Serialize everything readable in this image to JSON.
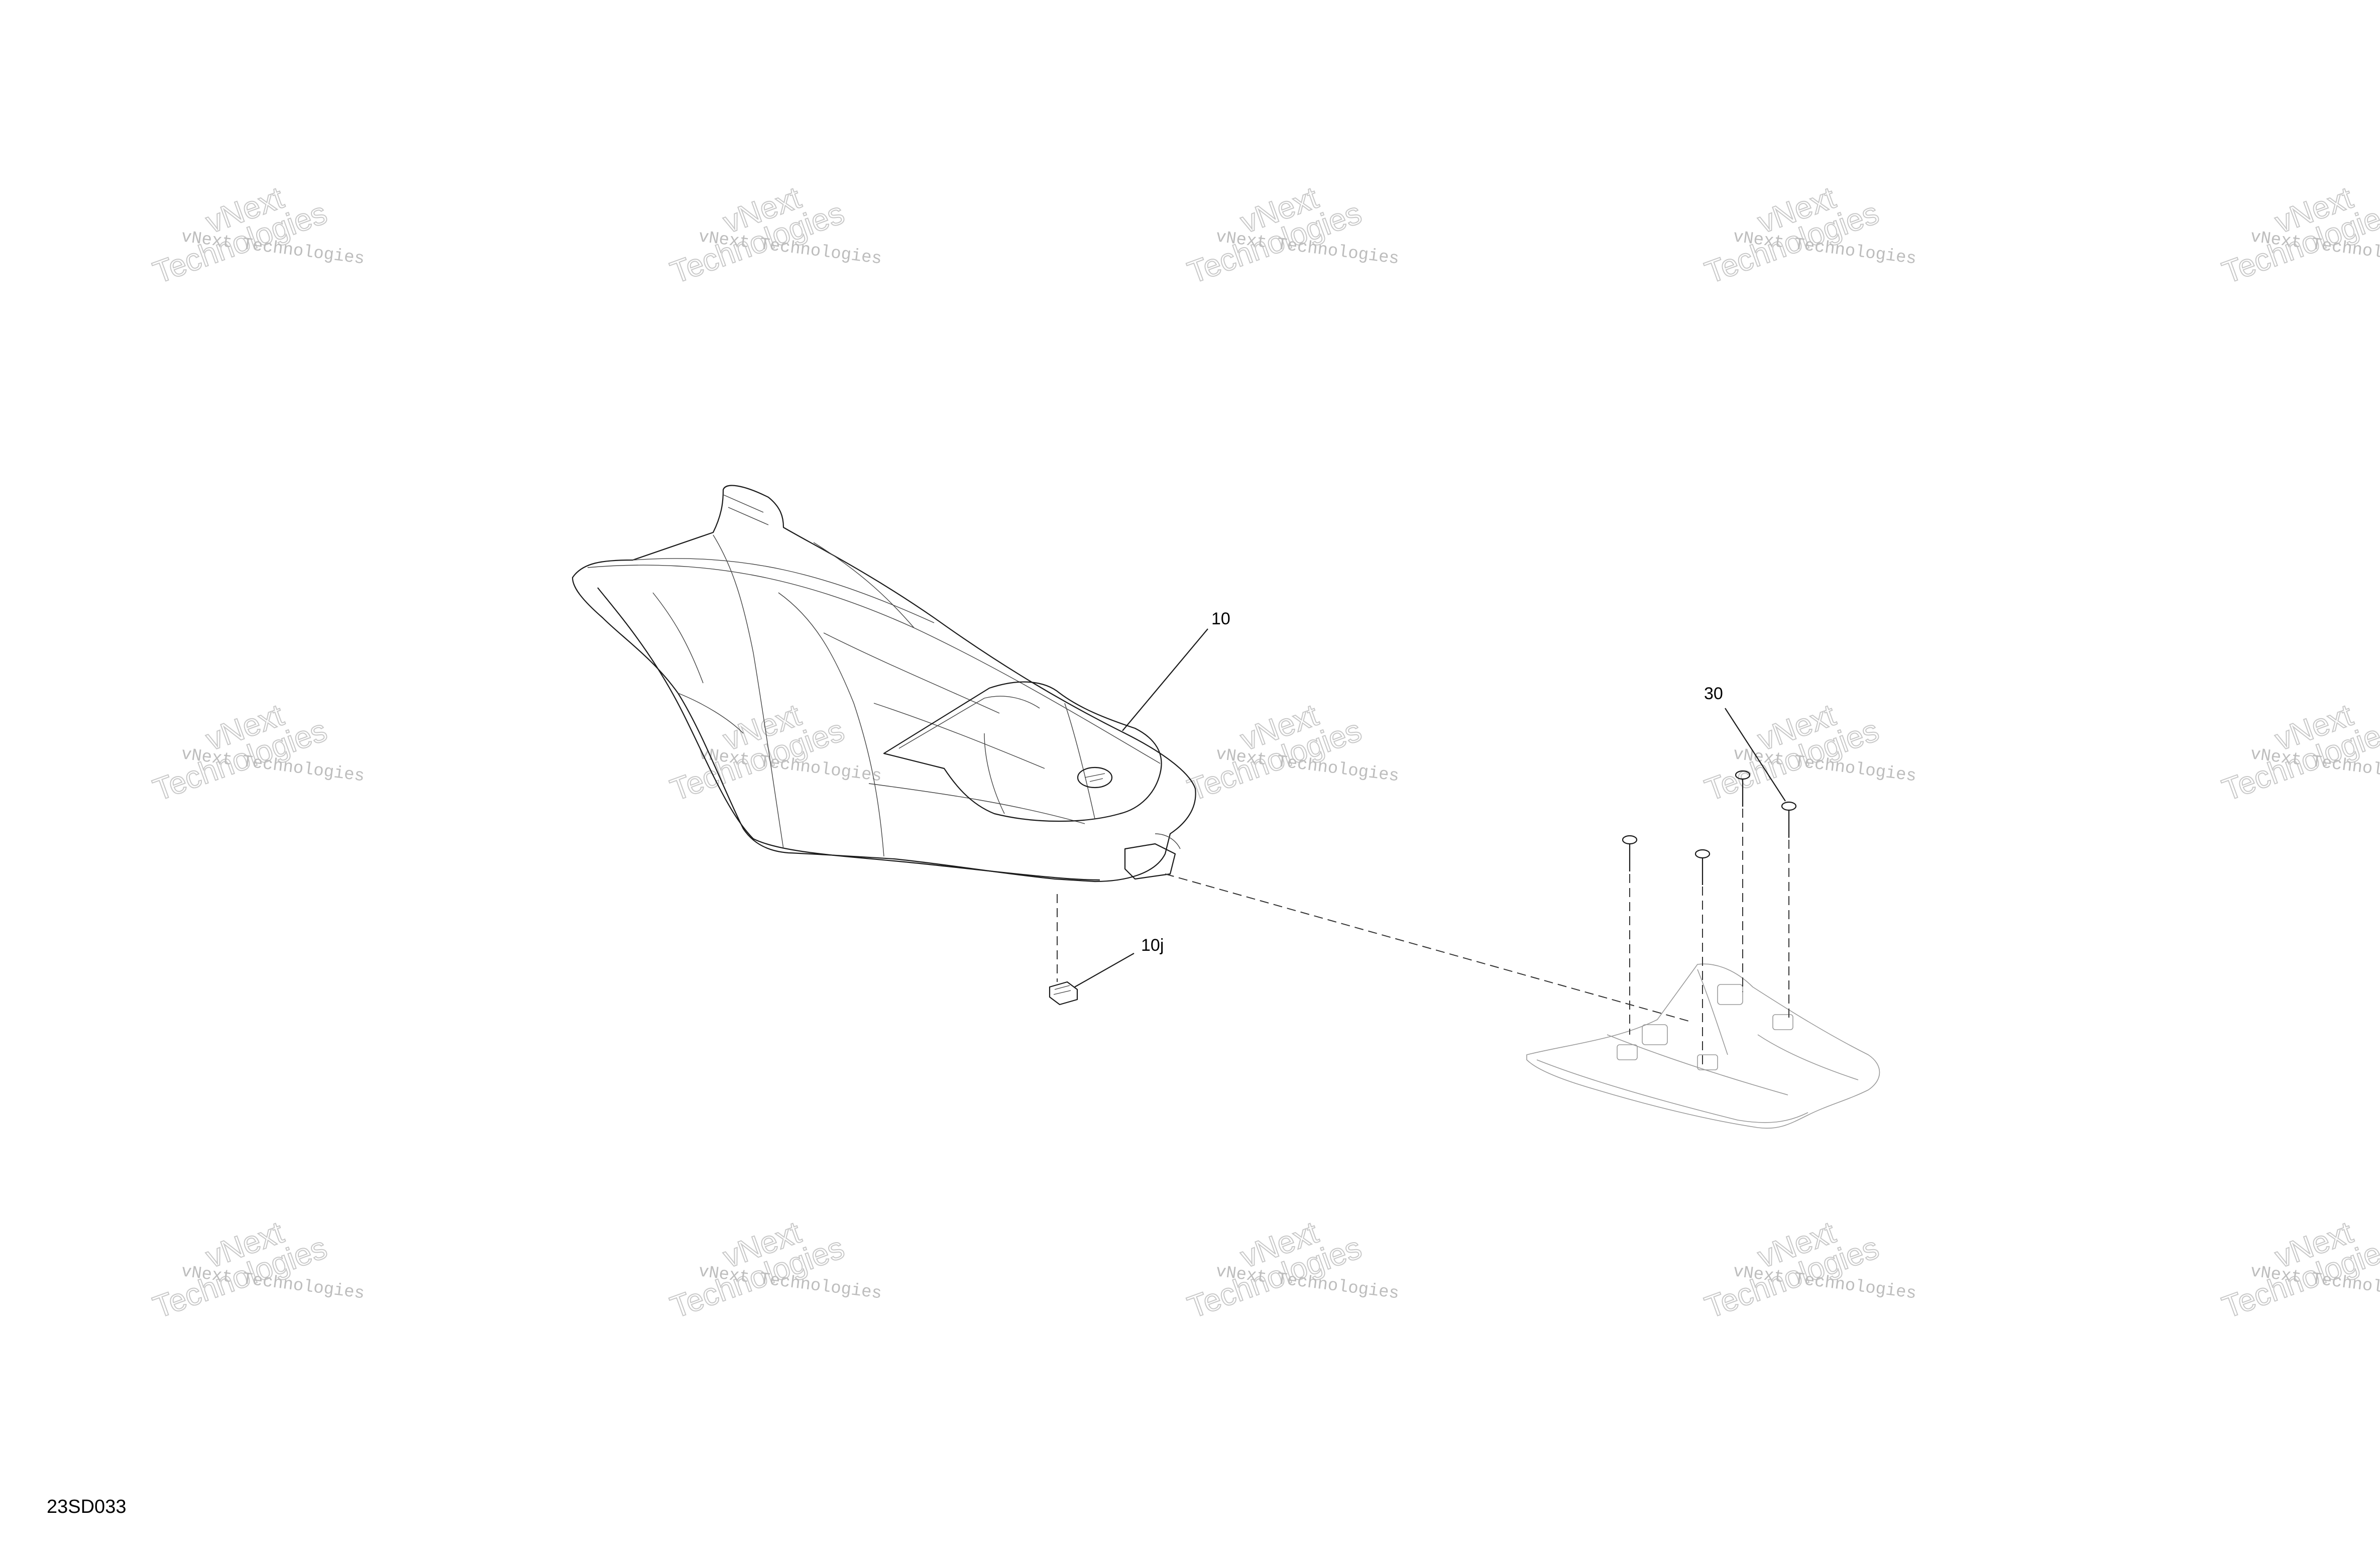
{
  "diagram": {
    "figure_id": "23SD033",
    "callouts": [
      {
        "id": "callout-10",
        "label": "10"
      },
      {
        "id": "callout-10j",
        "label": "10j"
      },
      {
        "id": "callout-30",
        "label": "30"
      }
    ],
    "watermark": {
      "line1": "vNext Technologies",
      "line2a": "vNext",
      "line2b": "Technologies"
    }
  }
}
